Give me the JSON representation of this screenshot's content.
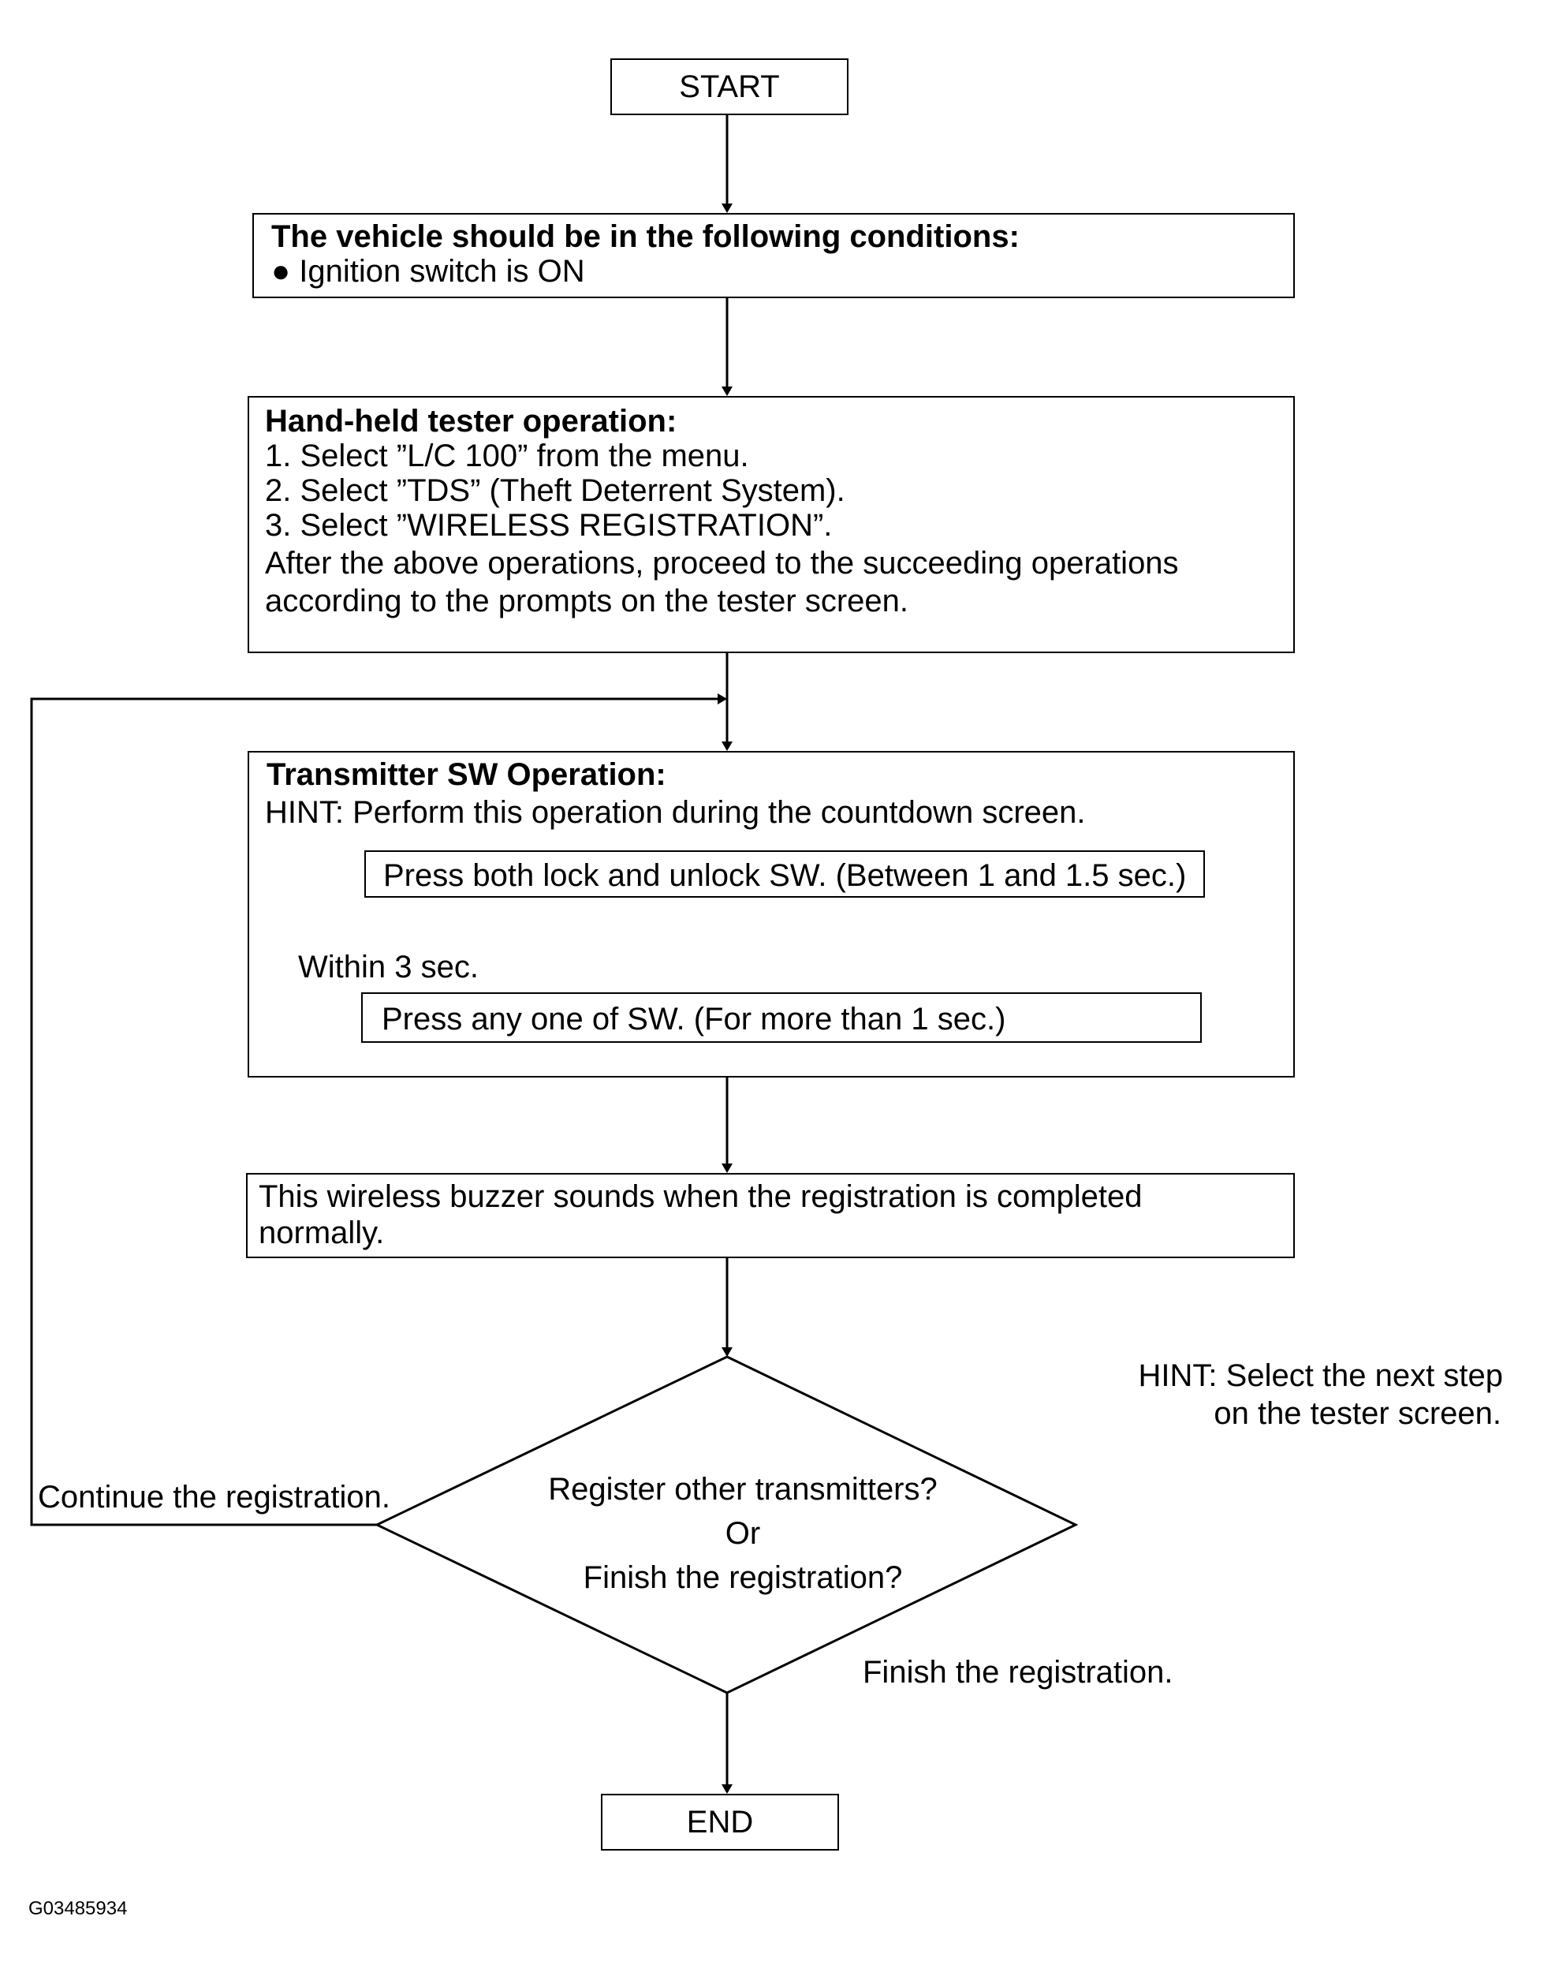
{
  "start": {
    "label": "START"
  },
  "conditions": {
    "heading": "The vehicle should be in the following conditions:",
    "item": "● Ignition switch is ON"
  },
  "tester": {
    "heading": "Hand-held tester operation:",
    "lines": [
      "1. Select ”L/C 100” from the menu.",
      "2. Select ”TDS” (Theft Deterrent System).",
      "3. Select ”WIRELESS REGISTRATION”.",
      "After the above operations, proceed to the succeeding operations",
      "according to the prompts on the tester screen."
    ]
  },
  "transmitter": {
    "heading": "Transmitter SW Operation:",
    "hint": "HINT: Perform this operation during the countdown screen.",
    "step1": "Press both lock and unlock SW. (Between 1 and 1.5 sec.)",
    "interval": "Within 3 sec.",
    "step2": "Press any one of SW. (For more than 1 sec.)"
  },
  "buzzer": {
    "lines": [
      "This wireless buzzer sounds when the registration is completed",
      "normally."
    ]
  },
  "decision": {
    "lines": [
      "Register other transmitters?",
      "Or",
      "Finish the registration?"
    ],
    "continue_label": "Continue the registration.",
    "finish_label": "Finish the registration.",
    "hint_lines": [
      "HINT: Select the next step",
      "on the tester screen."
    ]
  },
  "end": {
    "label": "END"
  },
  "figure_code": "G03485934"
}
